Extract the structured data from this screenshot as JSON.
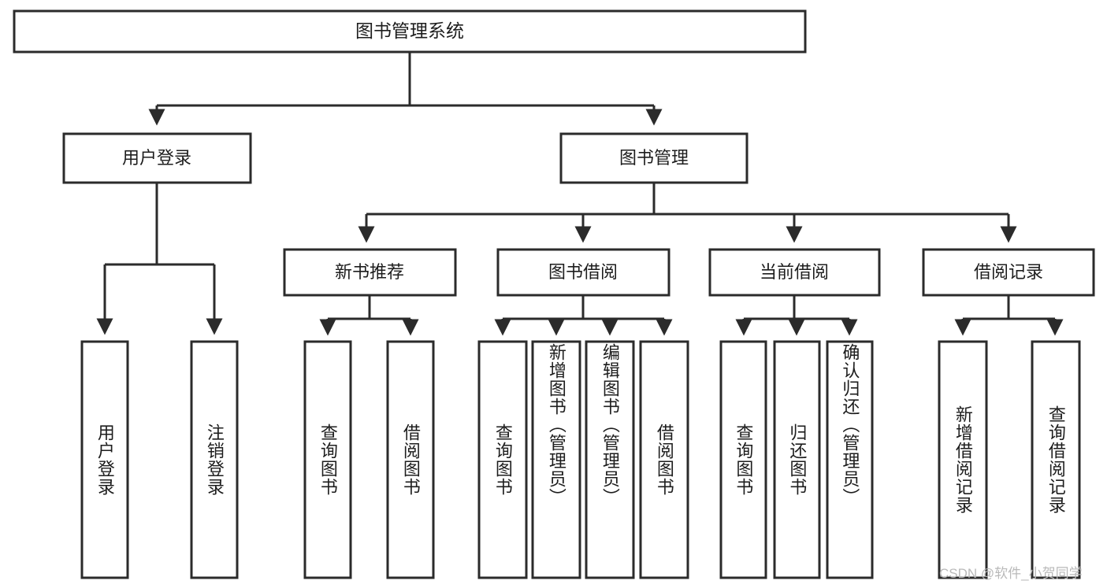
{
  "diagram": {
    "type": "tree-hierarchy",
    "title": "图书管理系统",
    "watermark": "CSDN @软件_小贺同学",
    "colors": {
      "box_stroke": "#2b2b2b",
      "box_fill": "#ffffff",
      "text": "#1d1d1d",
      "background": "#ffffff",
      "watermark": "#b9b9b9"
    },
    "root": {
      "label": "图书管理系统",
      "children": [
        {
          "label": "用户登录",
          "children": [
            {
              "label": "用户登录"
            },
            {
              "label": "注销登录"
            }
          ]
        },
        {
          "label": "图书管理",
          "children": [
            {
              "label": "新书推荐",
              "children": [
                {
                  "label": "查询图书"
                },
                {
                  "label": "借阅图书"
                }
              ]
            },
            {
              "label": "图书借阅",
              "children": [
                {
                  "label": "查询图书"
                },
                {
                  "label": "新增图书（管理员）"
                },
                {
                  "label": "编辑图书（管理员）"
                },
                {
                  "label": "借阅图书"
                }
              ]
            },
            {
              "label": "当前借阅",
              "children": [
                {
                  "label": "查询图书"
                },
                {
                  "label": "归还图书"
                },
                {
                  "label": "确认归还（管理员）"
                }
              ]
            },
            {
              "label": "借阅记录",
              "children": [
                {
                  "label": "新增借阅记录"
                },
                {
                  "label": "查询借阅记录"
                }
              ]
            }
          ]
        }
      ]
    },
    "nodes": {
      "root": {
        "label": "图书管理系统"
      },
      "l2": [
        {
          "label": "用户登录"
        },
        {
          "label": "图书管理"
        }
      ],
      "l3": [
        {
          "label": "新书推荐"
        },
        {
          "label": "图书借阅"
        },
        {
          "label": "当前借阅"
        },
        {
          "label": "借阅记录"
        }
      ],
      "leaves": [
        {
          "label": "用户登录"
        },
        {
          "label": "注销登录"
        },
        {
          "label": "查询图书"
        },
        {
          "label": "借阅图书"
        },
        {
          "label": "查询图书"
        },
        {
          "label": "新增图书（管理员）"
        },
        {
          "label": "编辑图书（管理员）"
        },
        {
          "label": "借阅图书"
        },
        {
          "label": "查询图书"
        },
        {
          "label": "归还图书"
        },
        {
          "label": "确认归还（管理员）"
        },
        {
          "label": "新增借阅记录"
        },
        {
          "label": "查询借阅记录"
        }
      ]
    }
  }
}
